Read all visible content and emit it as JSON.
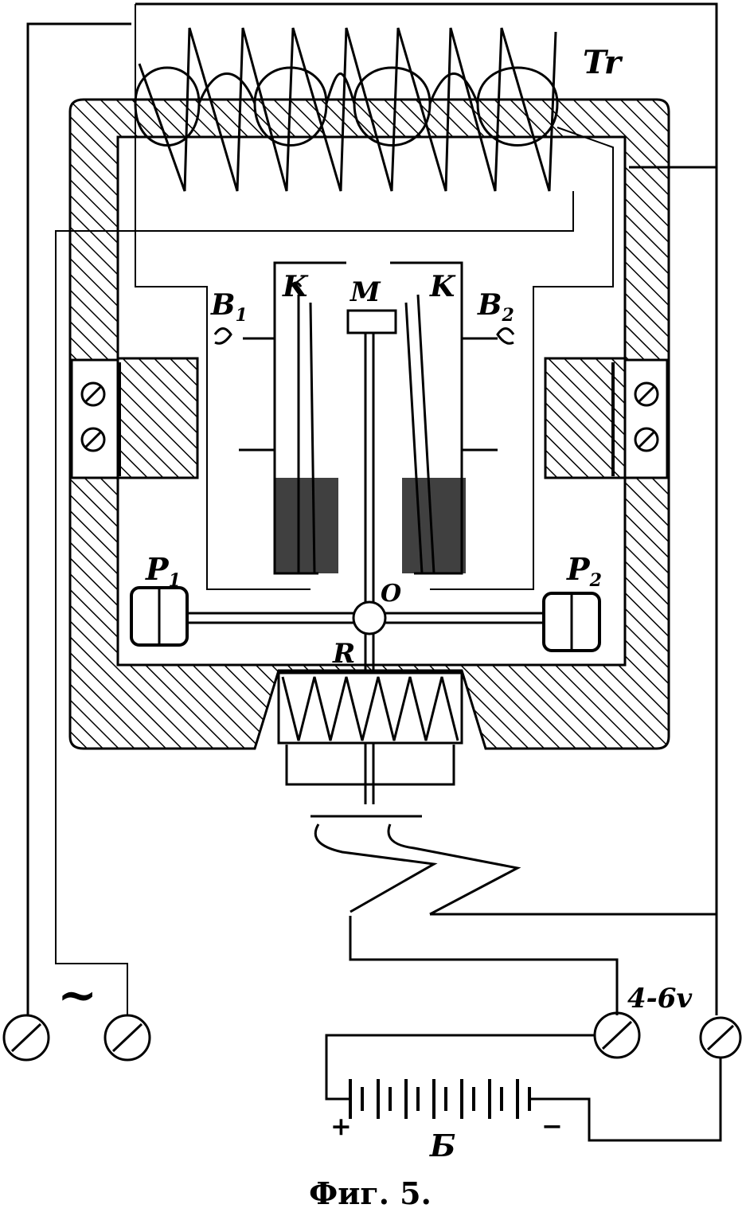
{
  "figure": {
    "caption": "Фиг. 5.",
    "labels": {
      "transformer": "Tr",
      "b1": "B",
      "b1_sub": "1",
      "b2": "B",
      "b2_sub": "2",
      "k_left": "K",
      "k_right": "K",
      "m": "M",
      "p1": "P",
      "p1_sub": "1",
      "p2": "P",
      "p2_sub": "2",
      "o": "O",
      "r": "R",
      "voltage": "4-6v",
      "plus": "+",
      "minus": "−",
      "battery": "Б",
      "ac": "~"
    }
  }
}
